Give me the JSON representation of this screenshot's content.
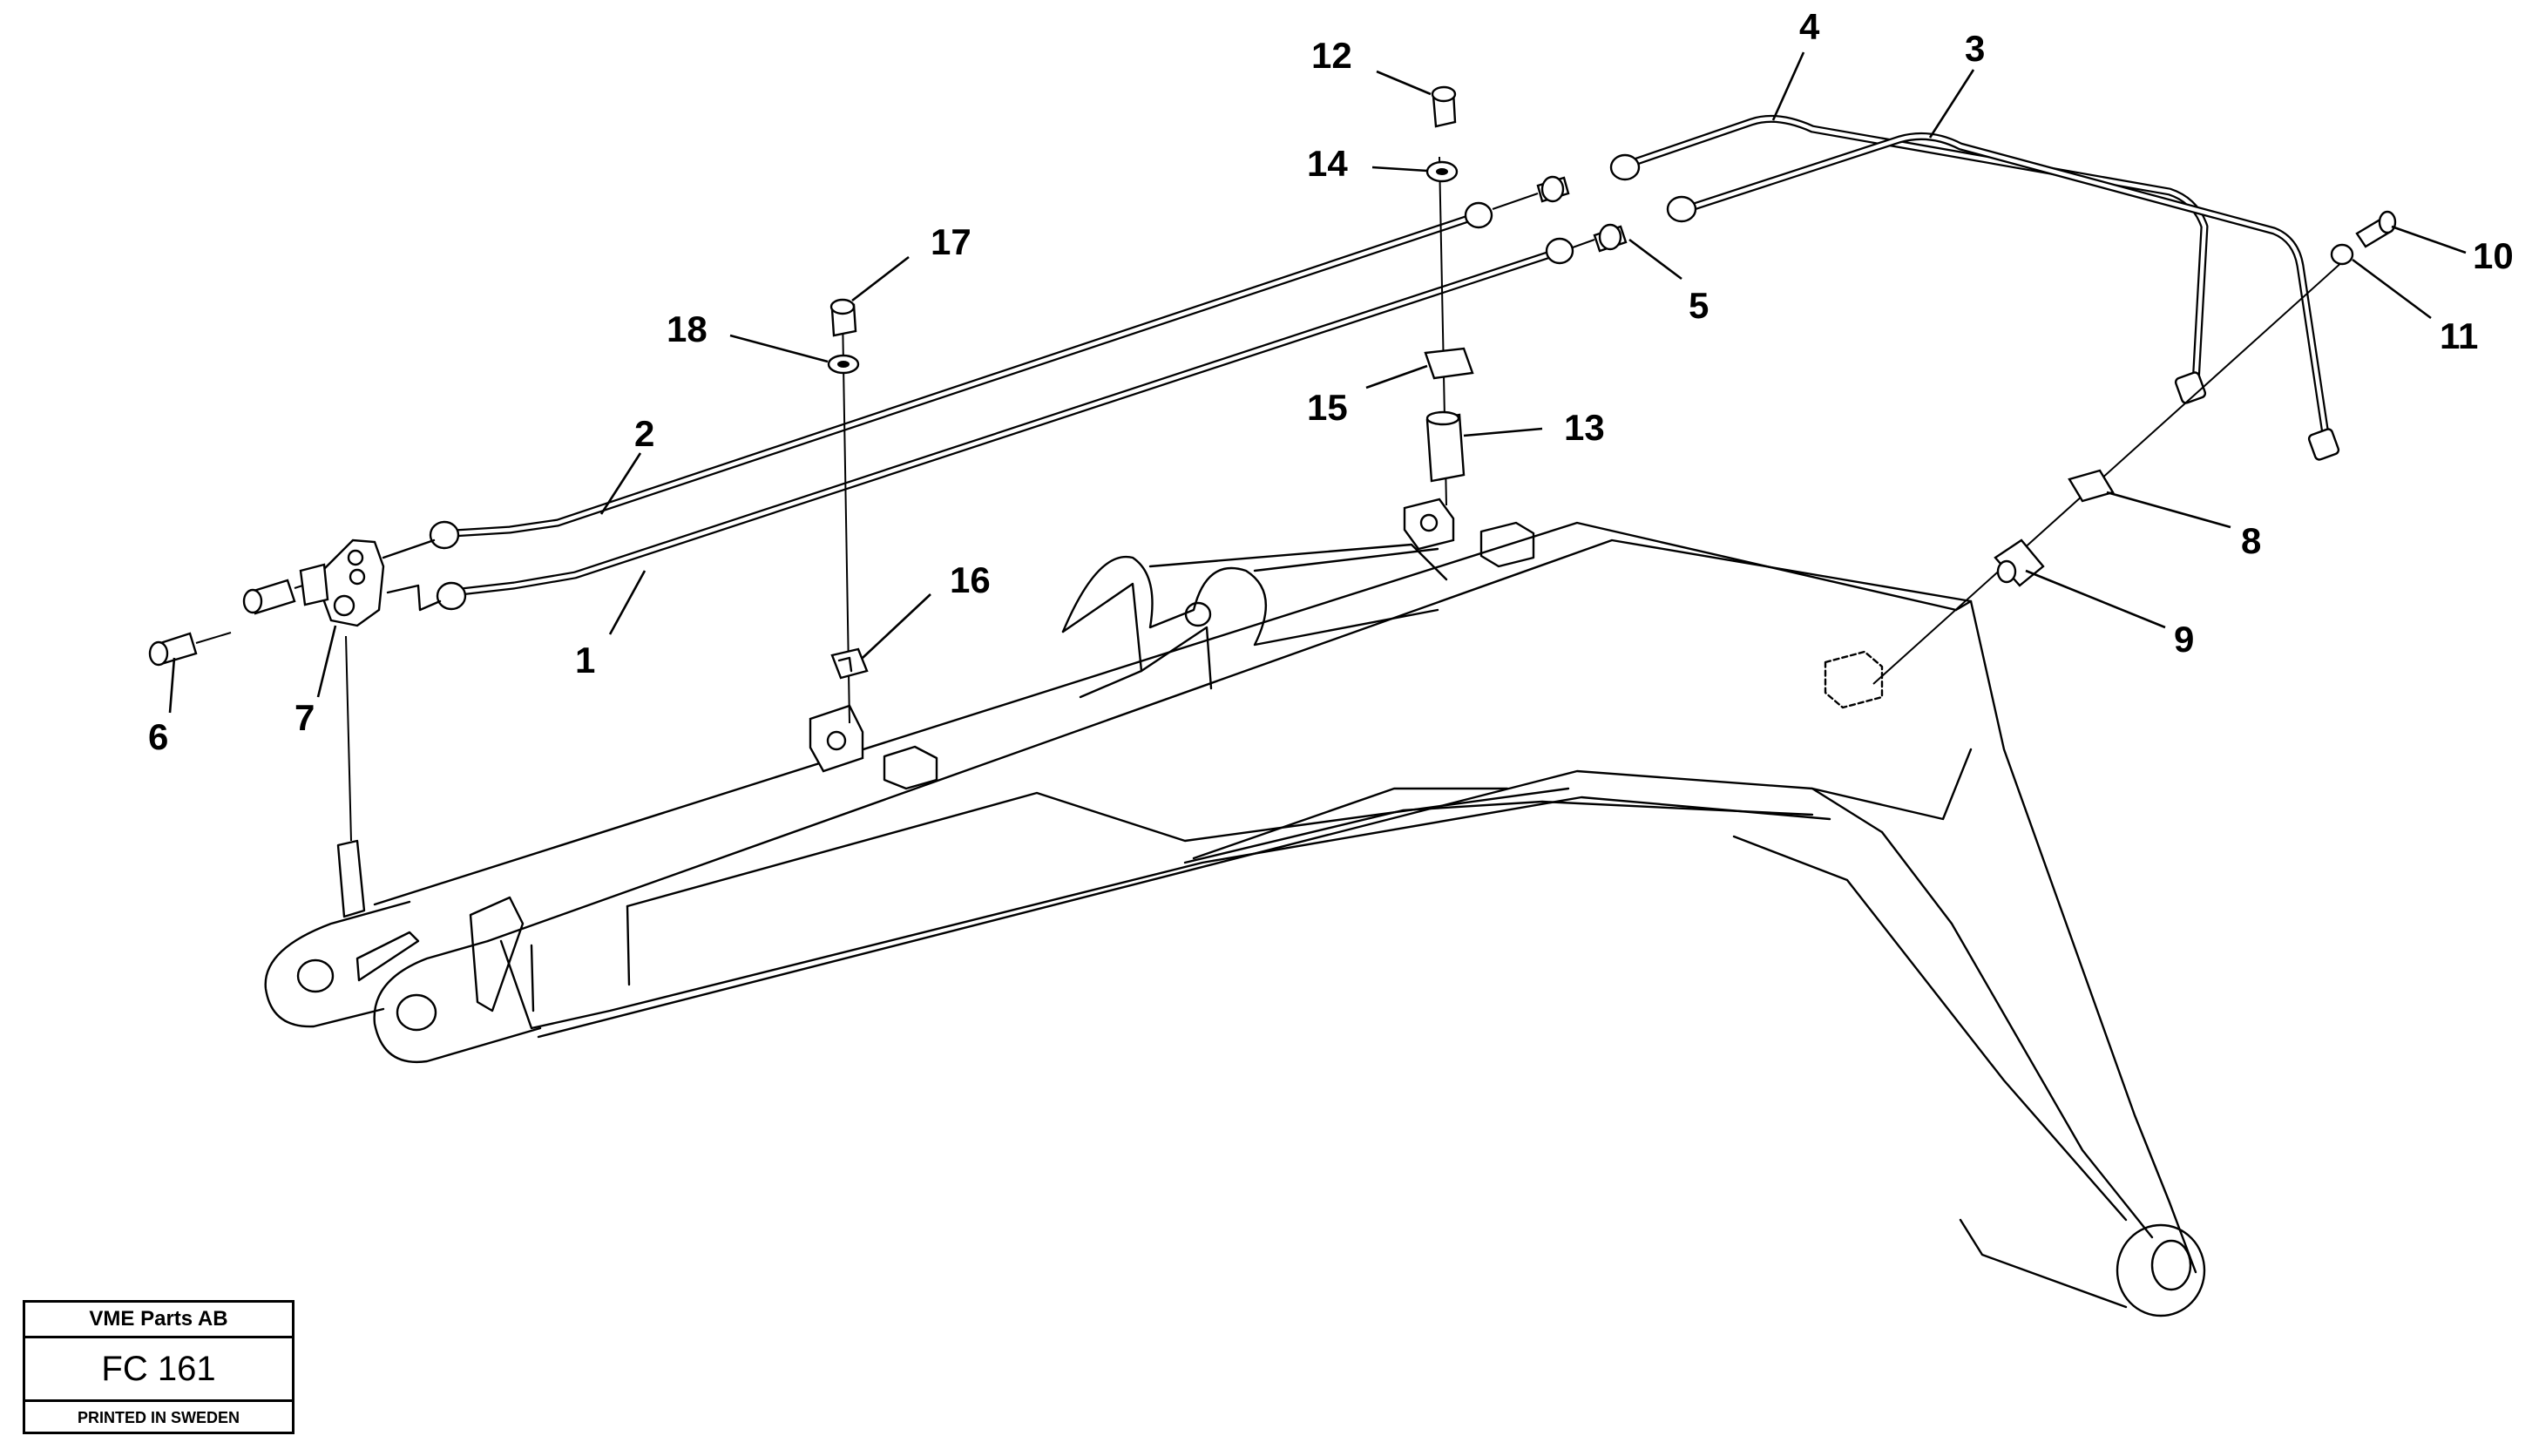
{
  "diagram": {
    "callouts": [
      {
        "label": "1"
      },
      {
        "label": "2"
      },
      {
        "label": "3"
      },
      {
        "label": "4"
      },
      {
        "label": "5"
      },
      {
        "label": "6"
      },
      {
        "label": "7"
      },
      {
        "label": "8"
      },
      {
        "label": "9"
      },
      {
        "label": "10"
      },
      {
        "label": "11"
      },
      {
        "label": "12"
      },
      {
        "label": "13"
      },
      {
        "label": "14"
      },
      {
        "label": "15"
      },
      {
        "label": "16"
      },
      {
        "label": "17"
      },
      {
        "label": "18"
      }
    ]
  },
  "title_block": {
    "company": "VME Parts AB",
    "code": "FC 161",
    "printed": "PRINTED IN SWEDEN"
  }
}
